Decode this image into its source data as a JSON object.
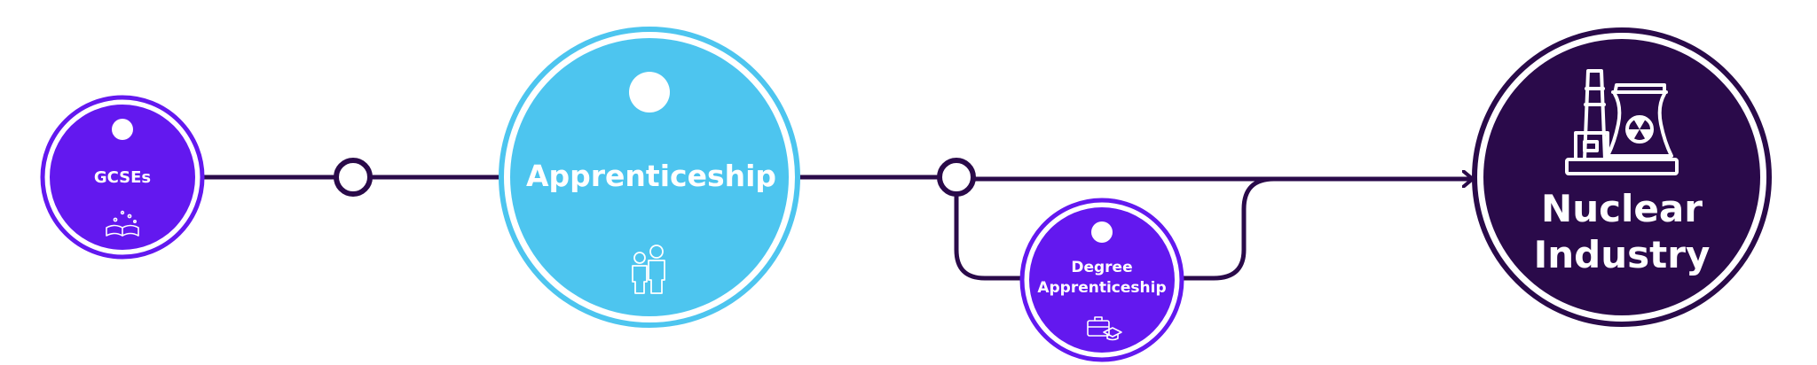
{
  "nodes": {
    "gcses": {
      "label": "GCSEs",
      "icon": "open-book-icon",
      "color": "#6318ef"
    },
    "apprenticeship": {
      "label": "Apprenticeship",
      "icon": "people-icon",
      "color": "#4dc5ef"
    },
    "degree": {
      "label_line1": "Degree",
      "label_line2": "Apprenticeship",
      "icon": "briefcase-graduation-icon",
      "color": "#6318ef"
    },
    "nuclear": {
      "label_line1": "Nuclear",
      "label_line2": "Industry",
      "icon": "nuclear-plant-icon",
      "color": "#2a0a4a"
    }
  },
  "connector_color": "#2a0a4a"
}
